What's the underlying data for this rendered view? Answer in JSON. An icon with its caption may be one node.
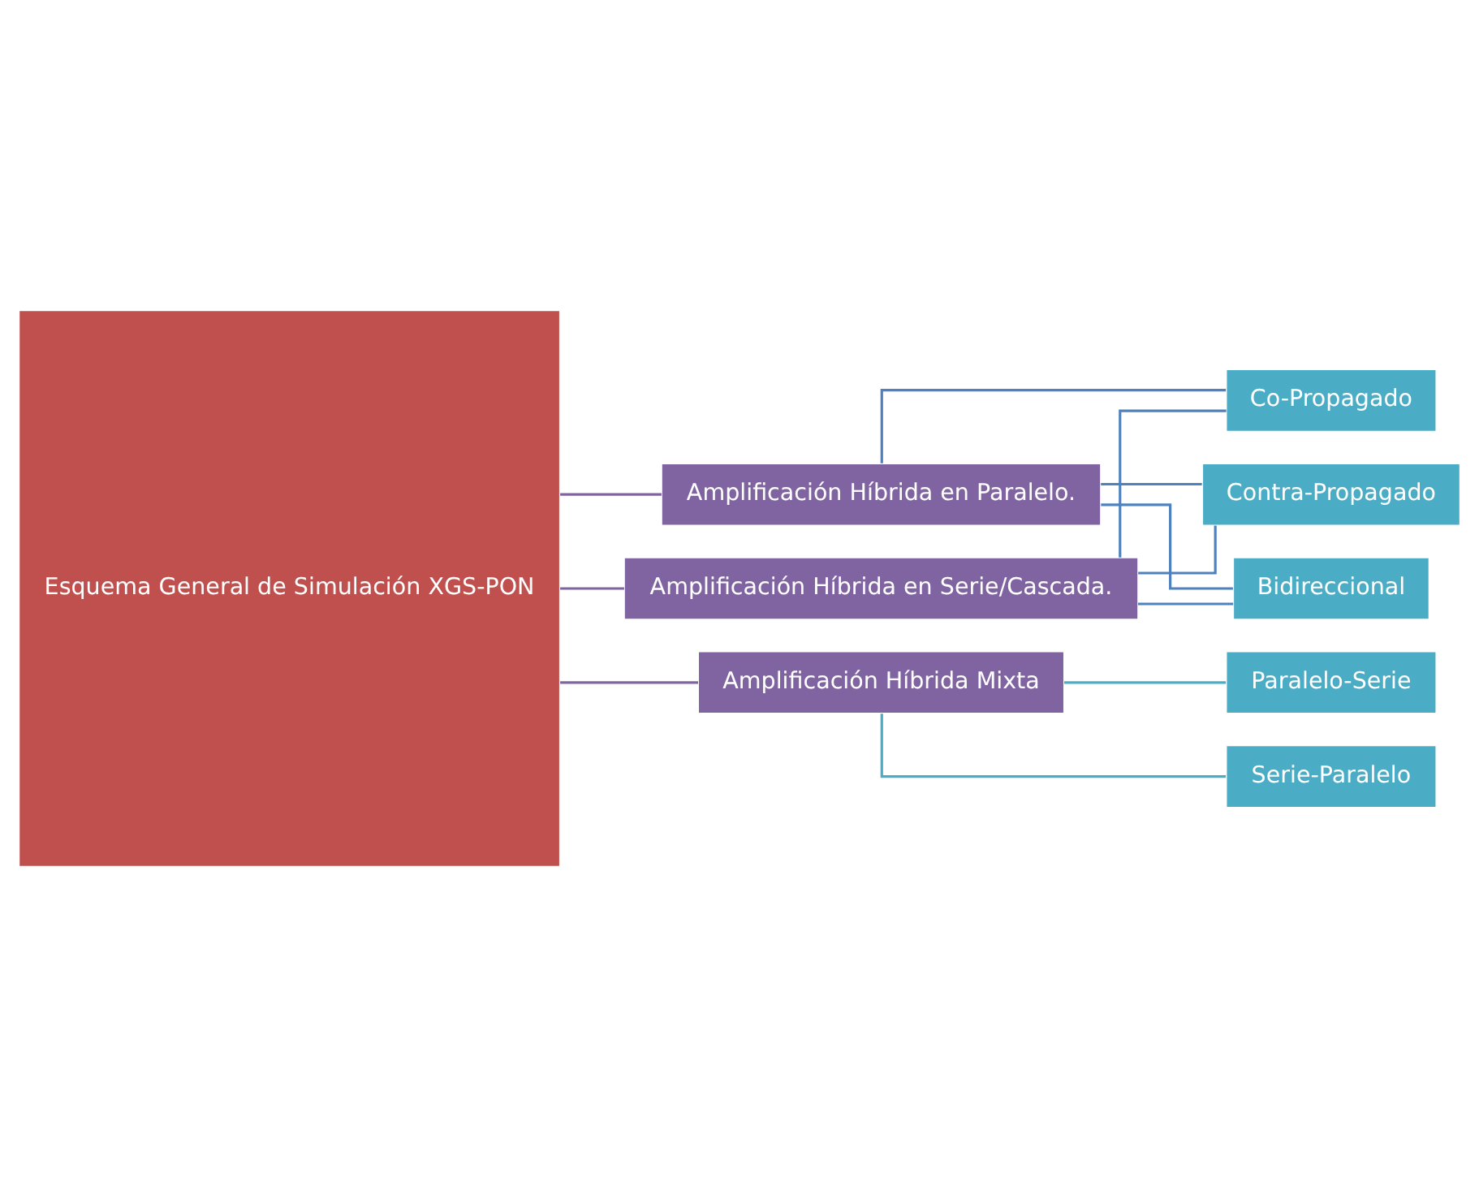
{
  "diagram": {
    "nodes": [
      {
        "text": [
          "Esquema General de Simulación XGS-PON"
        ]
      },
      {
        "text": [
          "Amplificación Híbrida en Serie/Cascada."
        ]
      },
      {
        "text": [
          "Amplificación Híbrida en Paralelo."
        ]
      },
      {
        "text": [
          "Amplificación Híbrida Mixta"
        ]
      },
      {
        "text": [
          "Co-Propagado"
        ]
      },
      {
        "text": [
          "Contra-Propagado"
        ]
      },
      {
        "text": [
          "Bidireccional"
        ]
      },
      {
        "text": [
          "Serie-Paralelo"
        ]
      },
      {
        "text": [
          "Paralelo-Serie"
        ]
      }
    ],
    "edges": [
      {
        "from": 0,
        "to": 1,
        "arrow": "none",
        "color": "#8064a2"
      },
      {
        "from": 0,
        "to": 2,
        "arrow": "none",
        "color": "#8064a2"
      },
      {
        "from": 0,
        "to": 3,
        "arrow": "none",
        "color": "#8064a2"
      },
      {
        "from": 1,
        "to": 4,
        "arrow": "none"
      },
      {
        "from": 1,
        "to": 5,
        "arrow": "none"
      },
      {
        "from": 1,
        "to": 6,
        "arrow": "none"
      },
      {
        "from": 2,
        "to": 4,
        "arrow": "none"
      },
      {
        "from": 2,
        "to": 5,
        "arrow": "none"
      },
      {
        "from": 2,
        "to": 6,
        "arrow": "none"
      },
      {
        "from": 3,
        "to": 7,
        "arrow": "none",
        "color": "#4bacc6"
      },
      {
        "from": 3,
        "to": 8,
        "arrow": "none",
        "color": "#4bacc6"
      }
    ]
  }
}
